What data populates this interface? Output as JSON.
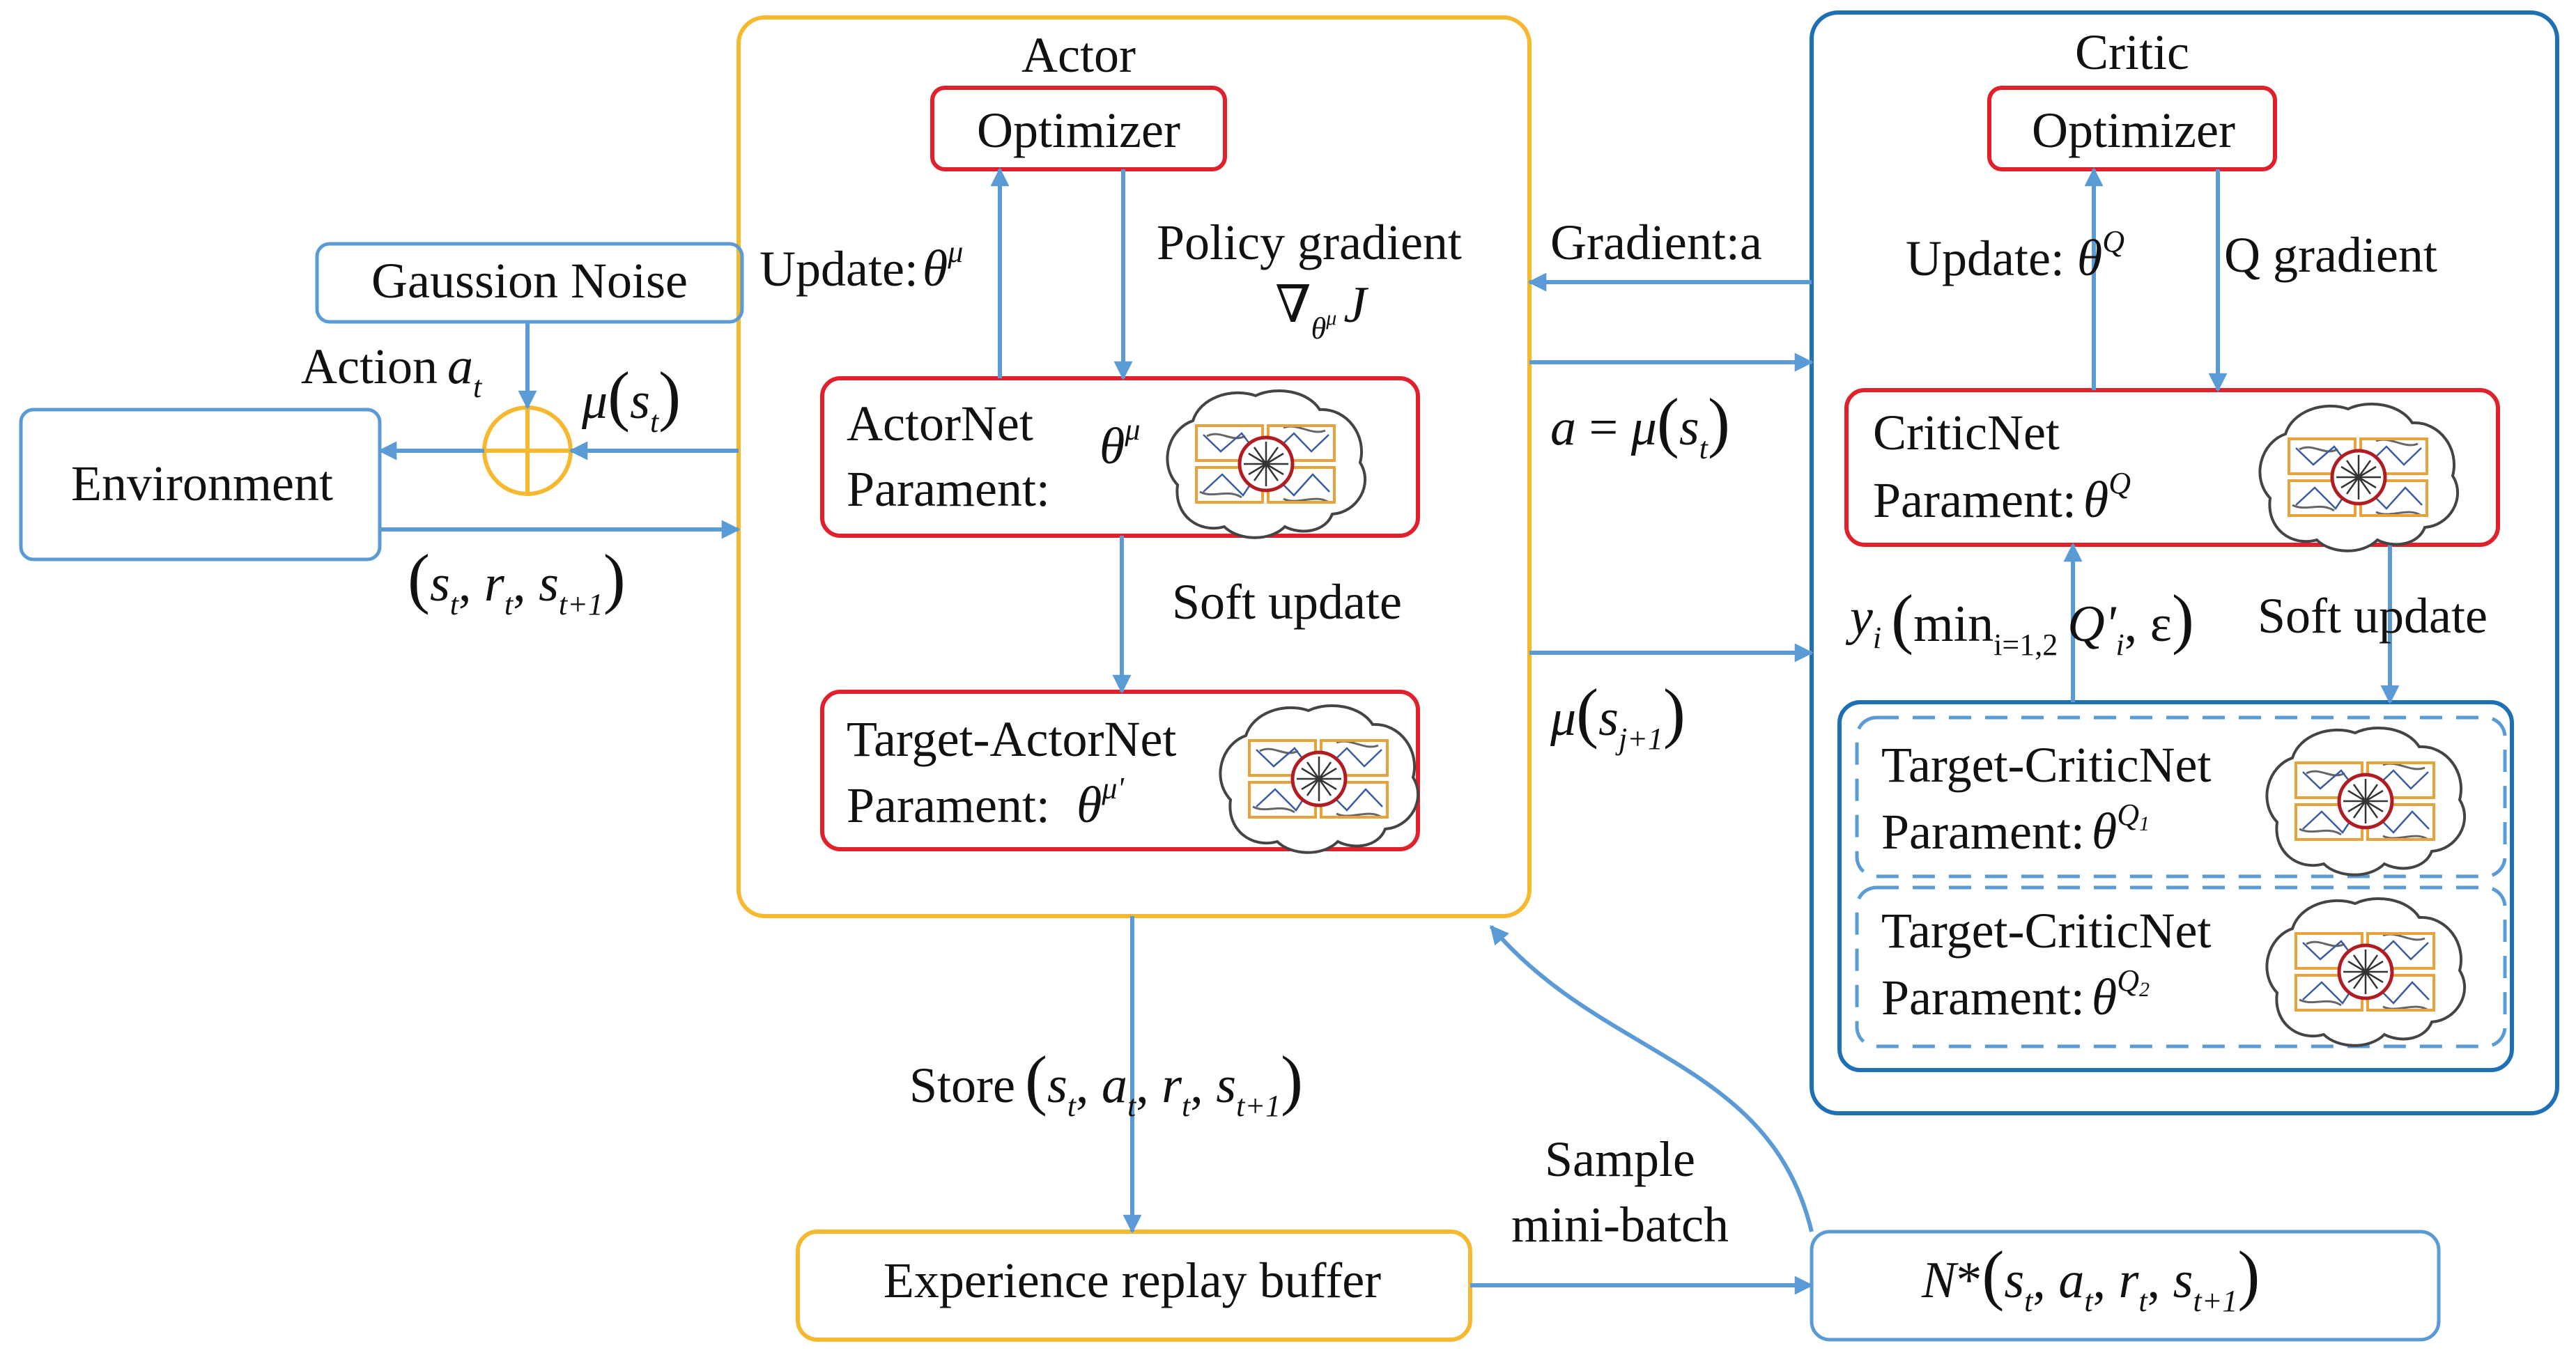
{
  "colors": {
    "actor_border": "#F5B82E",
    "critic_border": "#1F6FB5",
    "net_border": "#E0202A",
    "small_box_border": "#5B9BD5",
    "arrow": "#5B9BD5",
    "brain_outline": "#444444",
    "brain_module": "#E8A23A"
  },
  "icons": {
    "brain": "brain-network-icon",
    "adder": "summation-circle-icon"
  },
  "actor": {
    "title": "Actor",
    "optimizer": "Optimizer",
    "update_label": "Update:",
    "update_symbol": "θ^μ",
    "policy_gradient": "Policy gradient",
    "policy_gradient_symbol": "∇_θ^μ J",
    "actornet_name": "ActorNet",
    "actornet_param": "Parament:",
    "actornet_symbol": "θ^μ",
    "soft_update": "Soft update",
    "target_name": "Target-ActorNet",
    "target_param": "Parament:",
    "target_symbol": "θ^μ'"
  },
  "critic": {
    "title": "Critic",
    "optimizer": "Optimizer",
    "update_label": "Update:",
    "update_symbol": "θ^Q",
    "q_gradient": "Q gradient",
    "criticnet_name": "CriticNet",
    "criticnet_param": "Parament:",
    "criticnet_symbol": "θ^Q",
    "target_label": "y_i (min_{i=1,2} Q'_i, ε)",
    "soft_update": "Soft update",
    "target1_name": "Target-CriticNet",
    "target1_param": "Parament:",
    "target1_symbol": "θ^Q1",
    "target2_name": "Target-CriticNet",
    "target2_param": "Parament:",
    "target2_symbol": "θ^Q2"
  },
  "links": {
    "gradient_a": "Gradient:a",
    "action_mu": "a = μ(s_t)",
    "mu_next": "μ(s_j+1)",
    "gaussian_noise": "Gaussion Noise",
    "action_label": "Action",
    "action_symbol": "a_t",
    "mu_st": "μ(s_t)",
    "environment": "Environment",
    "transition": "(s_t, r_t, s_t+1)",
    "store_label": "Store",
    "store_tuple": "(s_t, a_t, r_t, s_t+1)",
    "replay_buffer": "Experience replay buffer",
    "sample": "Sample",
    "mini_batch": "mini-batch",
    "batch_tuple": "N*(s_t, a_t, r_t, s_t+1)"
  }
}
